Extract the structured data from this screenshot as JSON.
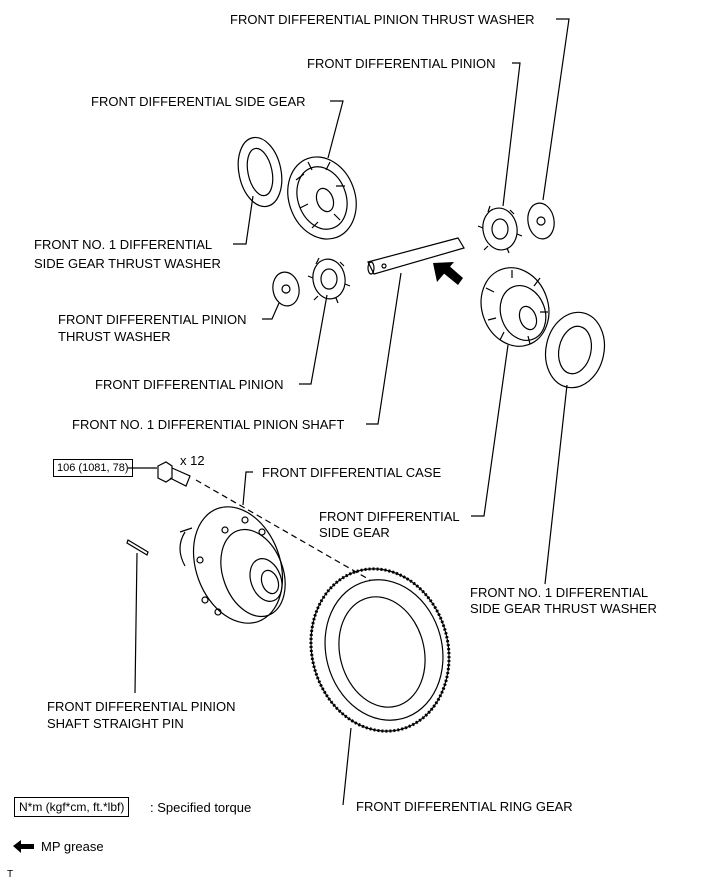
{
  "labels": {
    "pinion_thrust_washer_top": "FRONT DIFFERENTIAL PINION THRUST WASHER",
    "pinion_top": "FRONT DIFFERENTIAL PINION",
    "side_gear_top": "FRONT DIFFERENTIAL SIDE GEAR",
    "side_gear_thrust_washer_left_1": "FRONT NO. 1 DIFFERENTIAL",
    "side_gear_thrust_washer_left_2": "SIDE GEAR THRUST WASHER",
    "pinion_thrust_washer_left_1": "FRONT DIFFERENTIAL PINION",
    "pinion_thrust_washer_left_2": "THRUST WASHER",
    "pinion_left": "FRONT DIFFERENTIAL PINION",
    "pinion_shaft": "FRONT NO. 1 DIFFERENTIAL PINION SHAFT",
    "bolt_qty": "x 12",
    "case": "FRONT DIFFERENTIAL CASE",
    "side_gear_right_1": "FRONT DIFFERENTIAL",
    "side_gear_right_2": "SIDE GEAR",
    "side_gear_thrust_washer_right_1": "FRONT NO. 1 DIFFERENTIAL",
    "side_gear_thrust_washer_right_2": "SIDE GEAR THRUST WASHER",
    "straight_pin_1": "FRONT DIFFERENTIAL PINION",
    "straight_pin_2": "SHAFT STRAIGHT PIN",
    "ring_gear": "FRONT DIFFERENTIAL RING GEAR"
  },
  "torque_box": "106 (1081, 78)",
  "legend": {
    "torque_unit_box": "N*m (kgf*cm, ft.*lbf)",
    "torque_text": ": Specified torque",
    "grease_text": "MP grease"
  },
  "corner_mark": "T"
}
